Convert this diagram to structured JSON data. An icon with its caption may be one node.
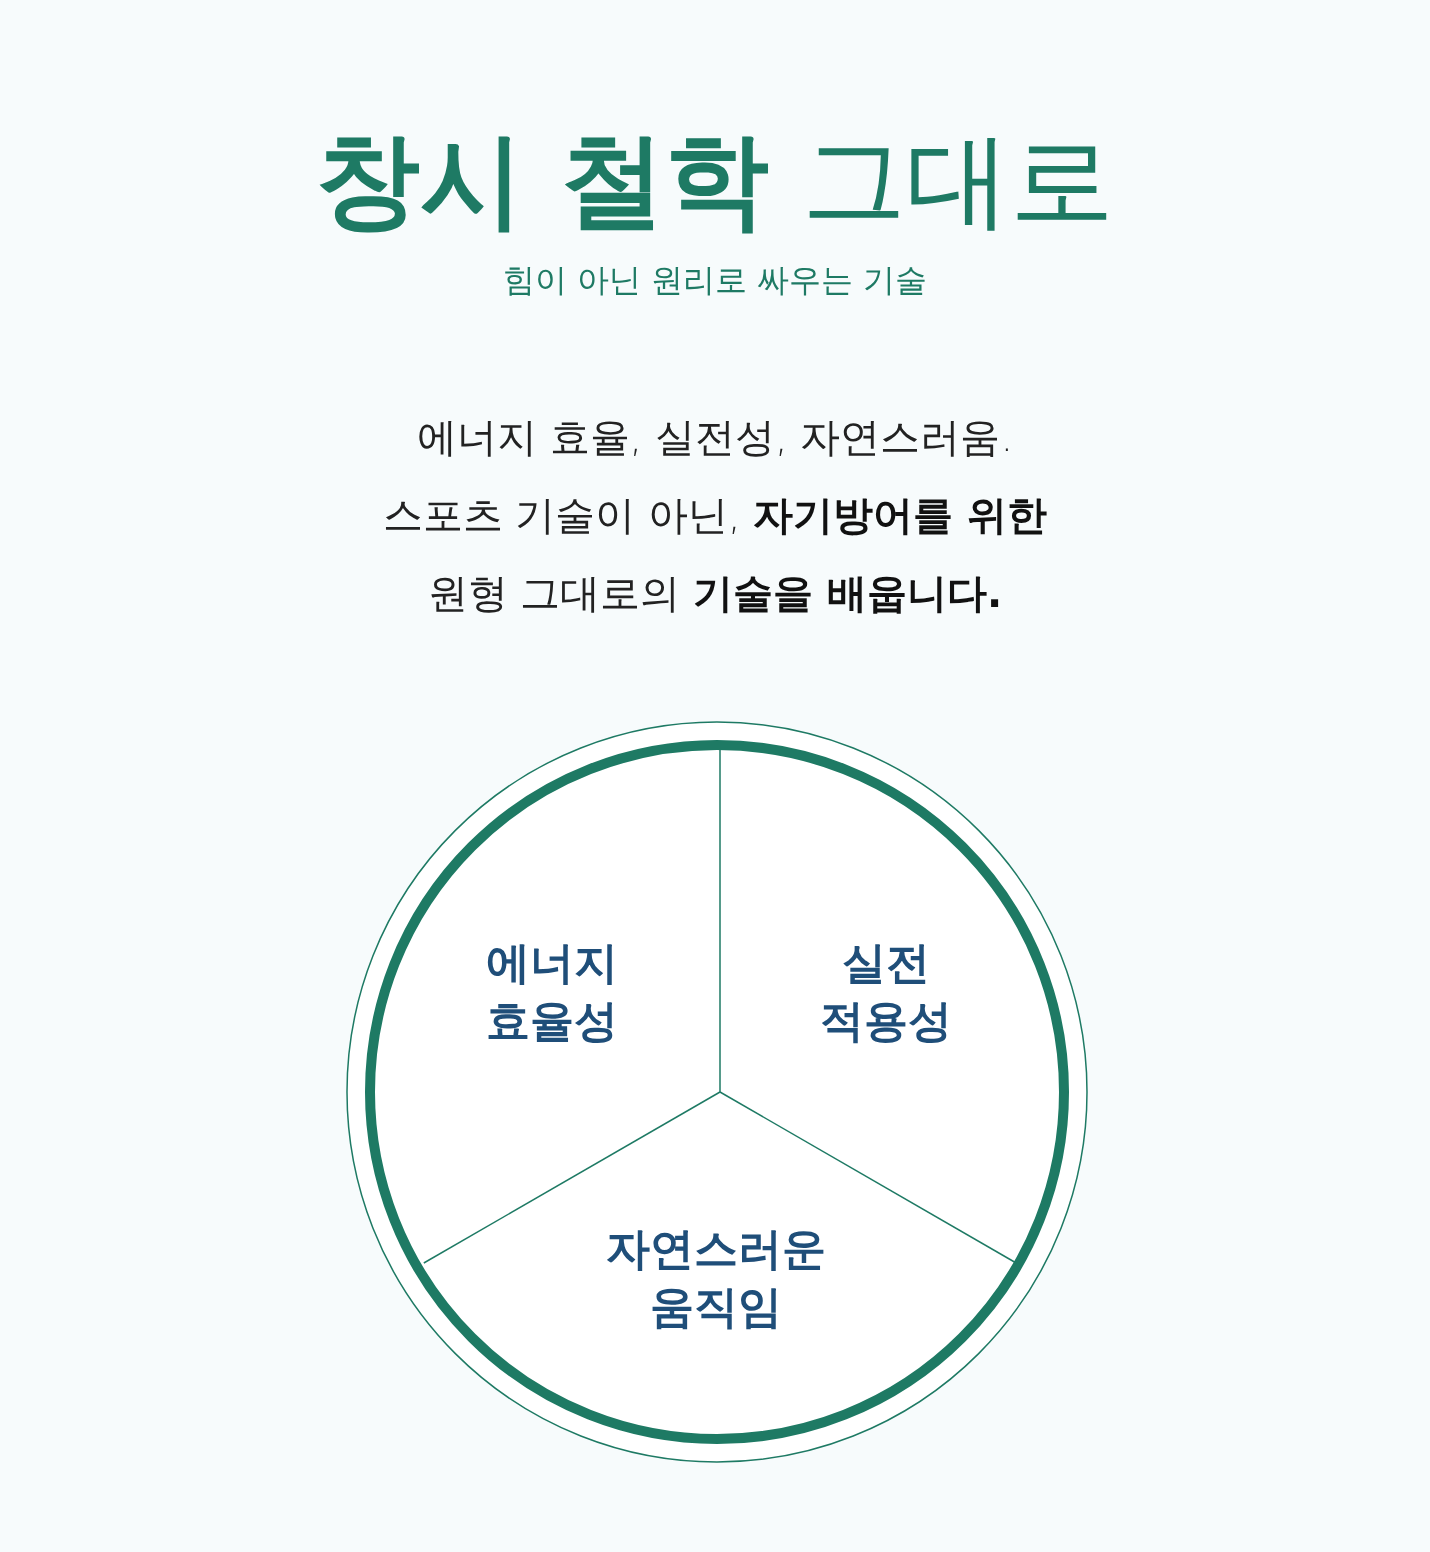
{
  "diagram": {
    "title": "**창시 철학** 그대로",
    "nodes": [
      {
        "text": [],
        "shape": "circle"
      },
      {
        "text": [
          "에너지 효율성"
        ],
        "in": 0
      },
      {
        "text": [
          "실전 적용성"
        ],
        "in": 0
      },
      {
        "text": [
          "자연스러운 움직임"
        ],
        "in": 0
      }
    ],
    "labels": [
      "힘이 아닌 원리로 싸우는 기술",
      "에너지 효율, 실전성, 자연스러움.",
      "스포츠 기술이 아닌, **자기방어를 위한**",
      "원형 그대로의 **기술을 배웁니다.**"
    ]
  }
}
